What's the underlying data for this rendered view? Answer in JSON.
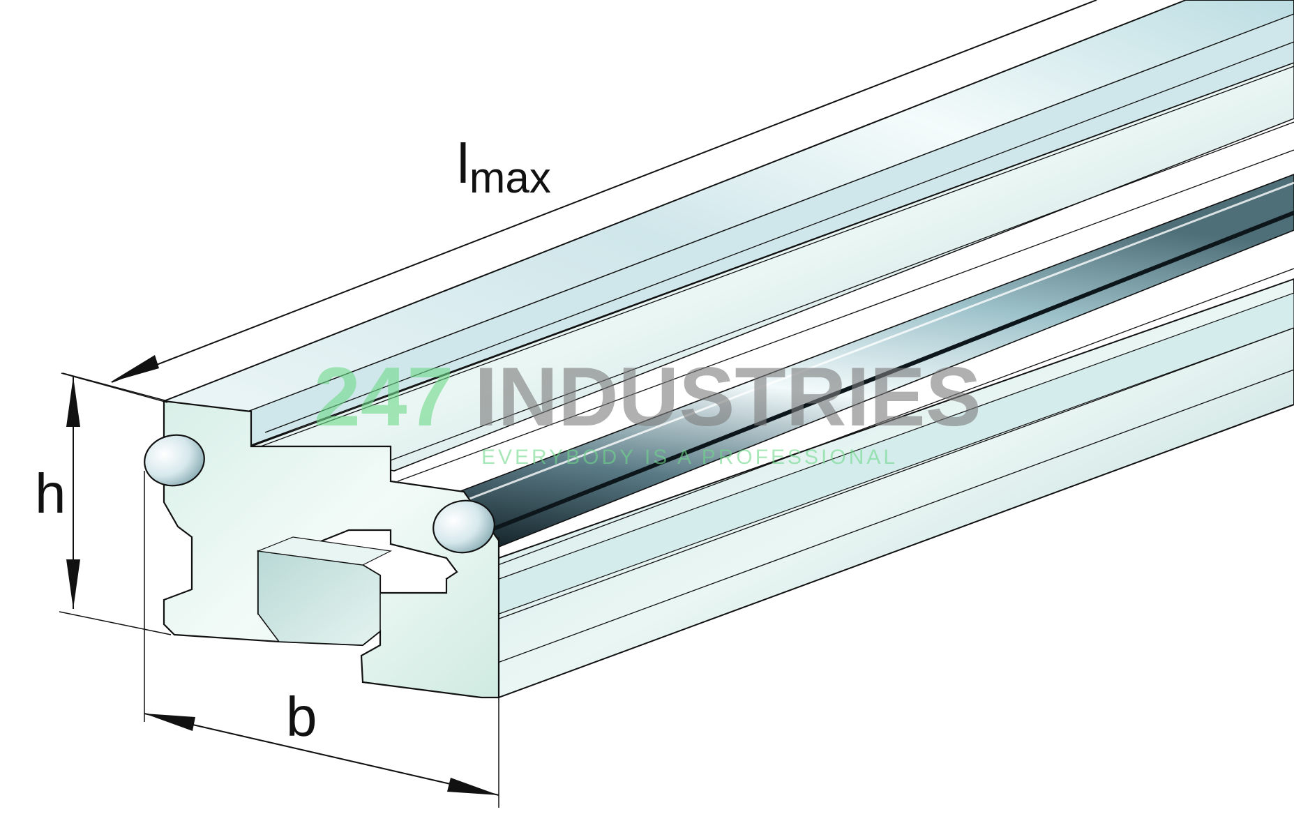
{
  "diagram": {
    "dimensions": {
      "length": {
        "main": "l",
        "sub": "max"
      },
      "height": "h",
      "width": "b"
    },
    "watermark": {
      "number": "247",
      "brand": "INDUSTRIES",
      "tagline": "EVERYBODY IS A PROFESSIONAL"
    },
    "colors": {
      "outline": "#111111",
      "face": "#e2f4ee",
      "rail_light": "#dff0f2",
      "rail_mid": "#a9cdd2",
      "shaft_dark": "#1a2a30",
      "watermark_green": "#6fd98a",
      "watermark_grey": "#7c7c7c"
    }
  }
}
